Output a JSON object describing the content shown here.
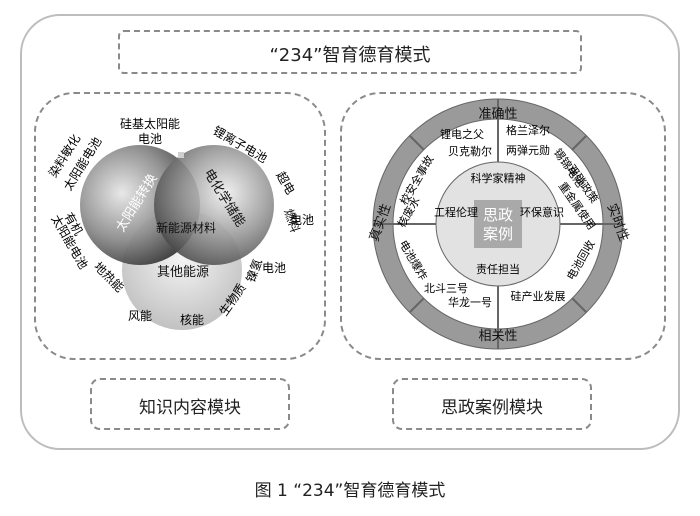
{
  "title": "“234”智育德育模式",
  "caption": "图 1  “234”智育德育模式",
  "modules": {
    "knowledge": "知识内容模块",
    "case": "思政案例模块"
  },
  "venn": {
    "solar": "太阳能转换",
    "electro": "电化学储能",
    "other": "其他能源",
    "center": "新能源材料",
    "outer": {
      "dye_l1": "染料敏化",
      "dye_l2": "太阳能电池",
      "si_l1": "硅基太阳能",
      "si_l2": "电池",
      "liion": "锂离子电池",
      "super": "超电",
      "fuel_l1": "燃料",
      "fuel_l2": "电池",
      "organic_l1": "有机",
      "organic_l2": "太阳能电池",
      "geo": "地热能",
      "wind": "风能",
      "nuclear": "核能",
      "bio": "生物质",
      "hydro_l1": "镍氢",
      "hydro_l2": "电池"
    }
  },
  "wheel": {
    "center_l1": "思政",
    "center_l2": "案例",
    "ring_labels": {
      "top": "准确性",
      "bottom": "相关性",
      "left": "真实性",
      "right": "实时性"
    },
    "inner": {
      "top": "科学家精神",
      "left": "工程伦理",
      "right": "环保意识",
      "bottom": "责任担当"
    },
    "outer_items": {
      "t1": "锂电之父",
      "t2": "格兰泽尔",
      "t3": "贝克勒尔",
      "t4": "两弹元勋",
      "l1": "校安全事故",
      "l2": "核废水",
      "l3": "电池爆炸",
      "r1": "锡锦电池",
      "r2": "双碳政策",
      "r3": "重金属使用",
      "r4": "电池回收",
      "b1": "北斗三号",
      "b2": "华龙一号",
      "b3": "硅产业发展"
    }
  }
}
